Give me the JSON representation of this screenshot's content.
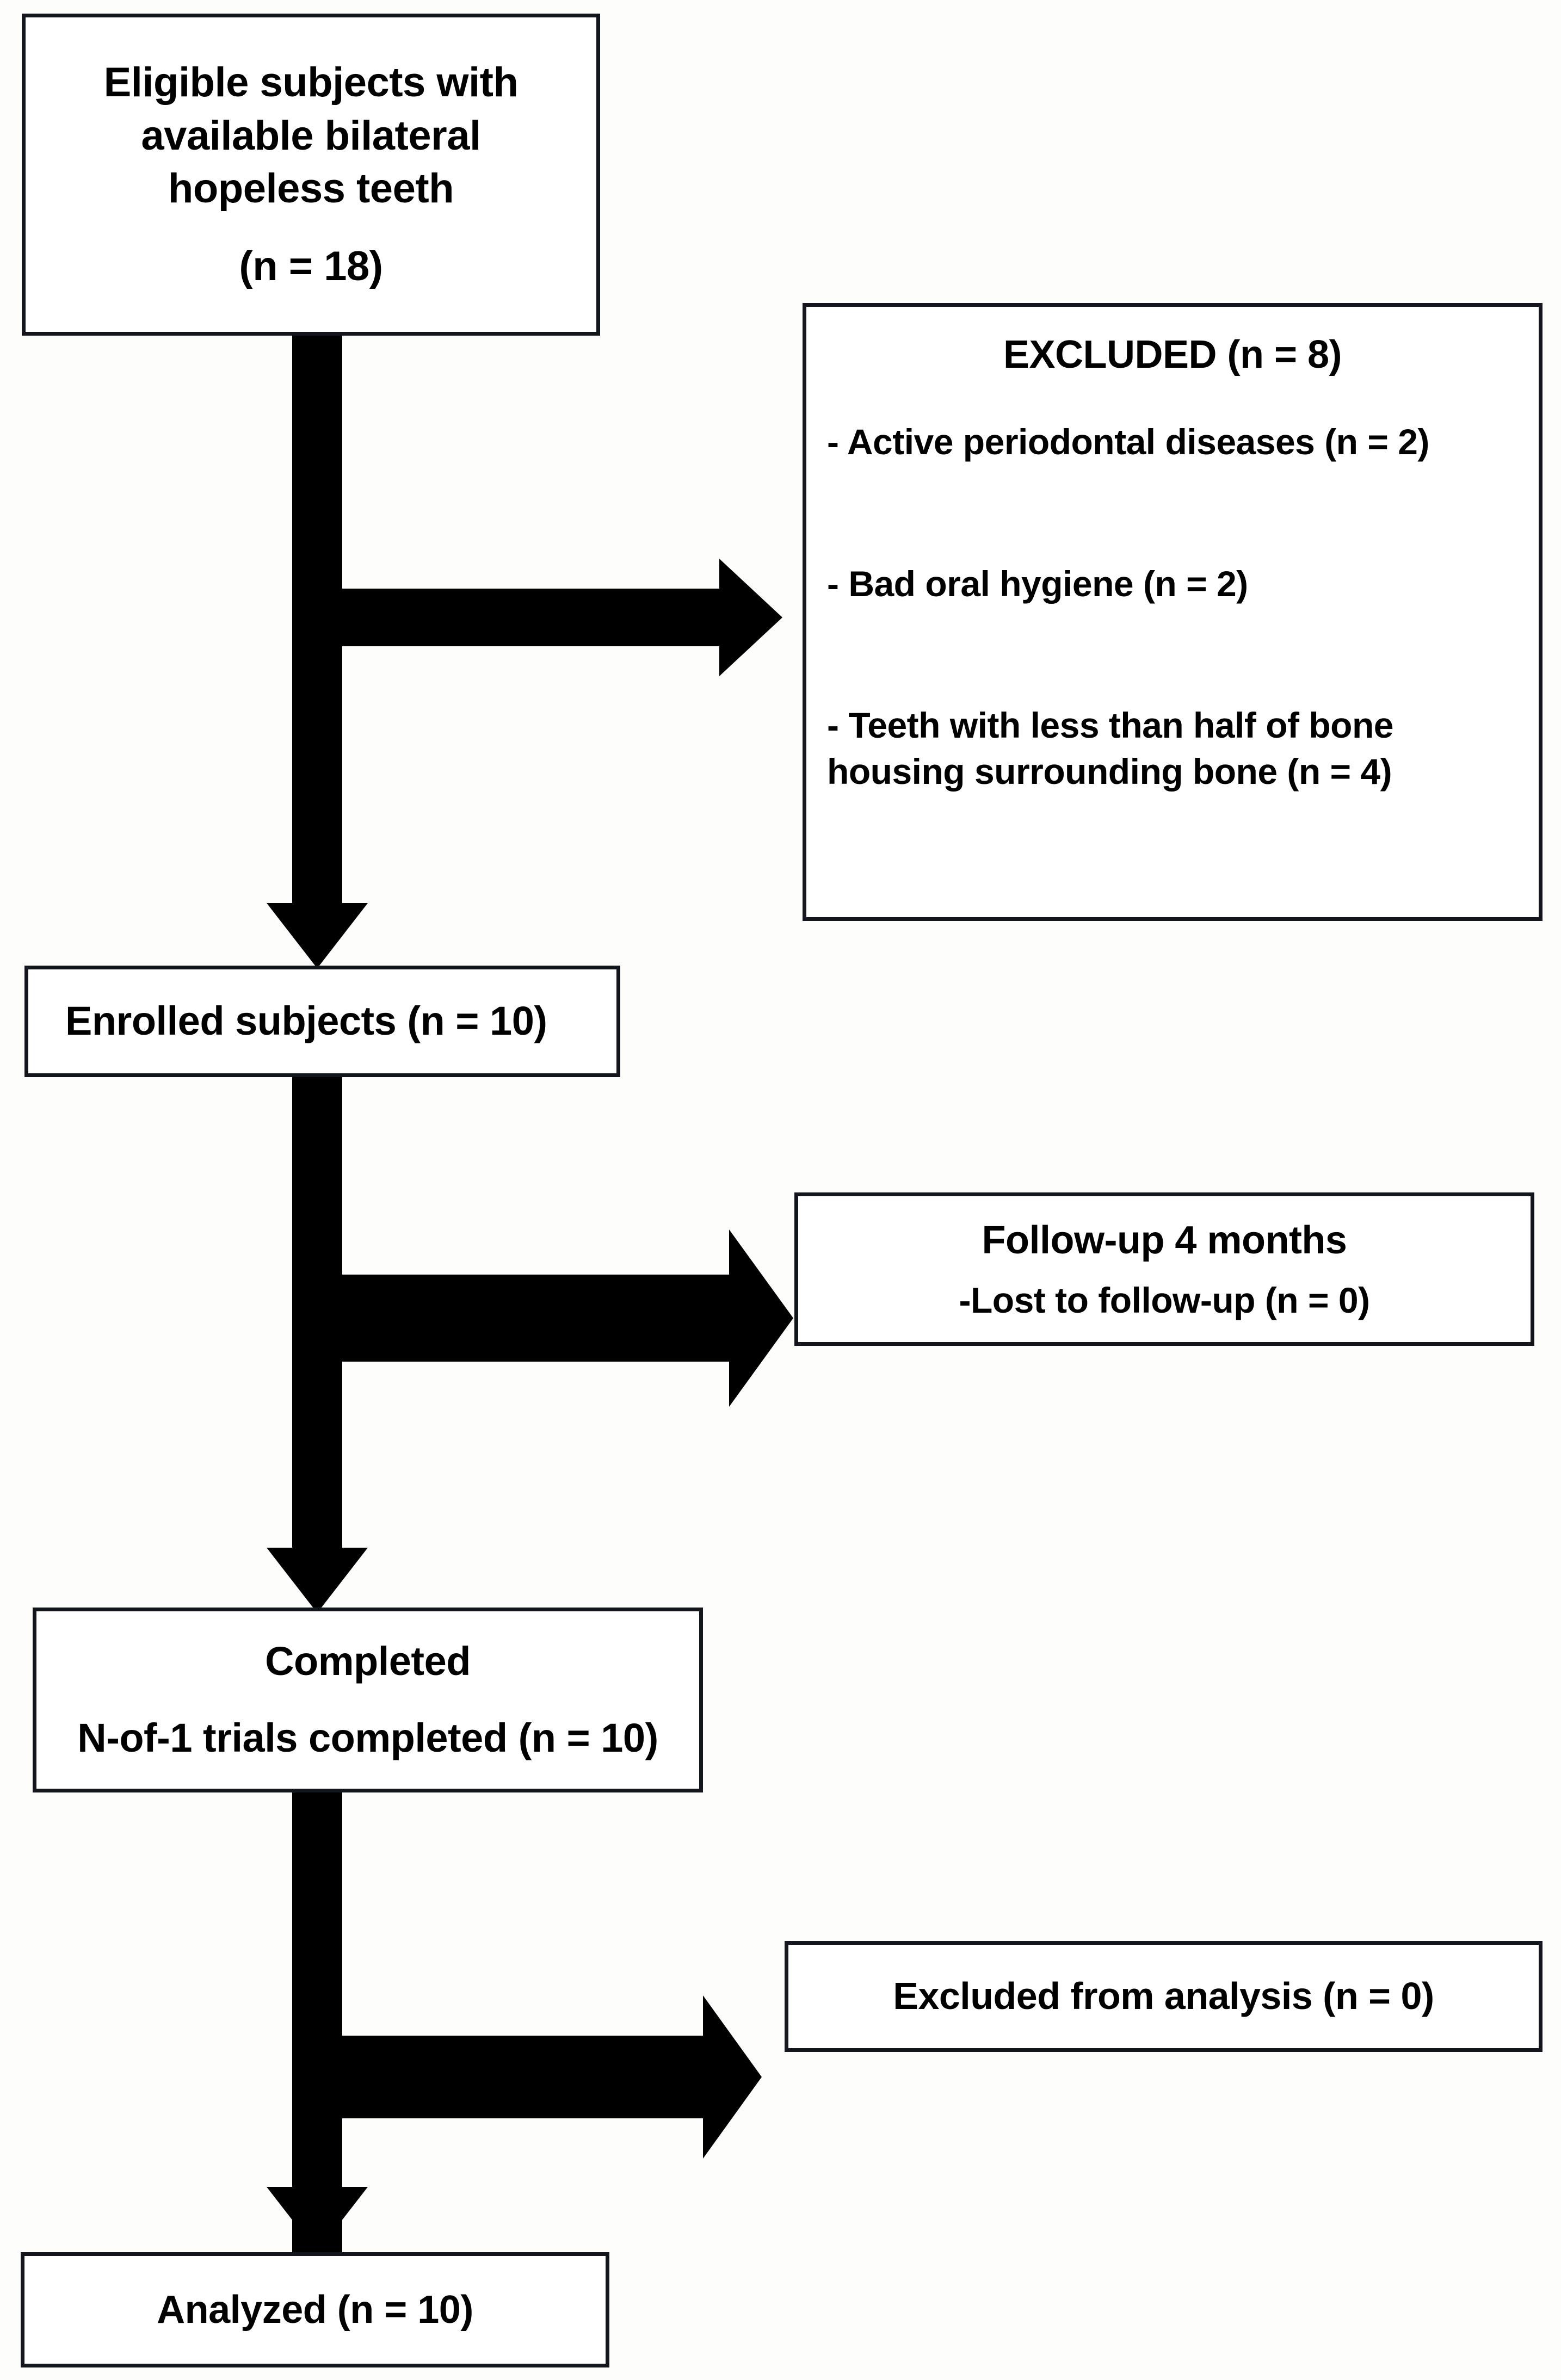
{
  "diagram": {
    "type": "flowchart",
    "title": "Study participant flow diagram",
    "colors": {
      "box_border": "#14161e",
      "arrow_fill": "#000000",
      "box_fill": "#ffffff",
      "page_background": "#fdfdfb",
      "text": "#000000"
    }
  },
  "nodes": {
    "eligible": {
      "id": "eligible-subjects-box",
      "lines": [
        "Eligible subjects with",
        "available bilateral",
        "hopeless teeth",
        "(n = 18)"
      ],
      "count": 18
    },
    "excluded": {
      "id": "excluded-box",
      "heading": "EXCLUDED (n = 8)",
      "count": 8,
      "reasons": [
        {
          "text": "- Active periodontal diseases (n = 2)",
          "n": 2
        },
        {
          "text": "- Bad oral hygiene (n = 2)",
          "n": 2
        },
        {
          "text": "- Teeth with less than half of bone",
          "n": 4
        },
        {
          "text": "housing surrounding bone (n = 4)",
          "n": 4
        }
      ]
    },
    "enrolled": {
      "id": "enrolled-subjects-box",
      "lines": [
        "Enrolled subjects (n = 10)"
      ],
      "count": 10
    },
    "followup": {
      "id": "follow-up-box",
      "lines": [
        "Follow-up 4 months",
        "-Lost to follow-up (n = 0)"
      ],
      "months": 4,
      "lost": 0
    },
    "completed": {
      "id": "completed-box",
      "lines": [
        "Completed",
        "N-of-1 trials completed (n = 10)"
      ],
      "count": 10
    },
    "excluded_analysis": {
      "id": "excluded-from-analysis-box",
      "lines": [
        "Excluded from analysis (n = 0)"
      ],
      "count": 0
    },
    "analyzed": {
      "id": "analyzed-box",
      "lines": [
        "Analyzed (n = 10)"
      ],
      "count": 10
    }
  },
  "edges": [
    {
      "id": "eligible-to-enrolled",
      "from": "eligible",
      "to": "enrolled",
      "direction": "down"
    },
    {
      "id": "eligible-to-excluded",
      "from": "eligible",
      "to": "excluded",
      "direction": "right"
    },
    {
      "id": "enrolled-to-completed",
      "from": "enrolled",
      "to": "completed",
      "direction": "down"
    },
    {
      "id": "enrolled-to-followup",
      "from": "enrolled",
      "to": "followup",
      "direction": "right"
    },
    {
      "id": "completed-to-analyzed",
      "from": "completed",
      "to": "analyzed",
      "direction": "down"
    },
    {
      "id": "completed-to-excluded-analysis",
      "from": "completed",
      "to": "excluded_analysis",
      "direction": "right"
    }
  ]
}
